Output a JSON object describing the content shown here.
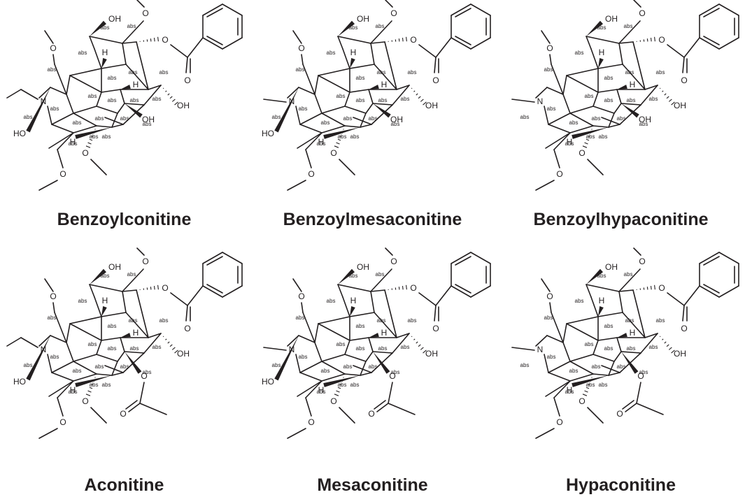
{
  "compounds": [
    {
      "name": "Benzoylconitine",
      "n_substituent": "ethyl",
      "c8_substituent": "OH"
    },
    {
      "name": "Benzoylmesaconitine",
      "n_substituent": "methyl",
      "c8_substituent": "OH"
    },
    {
      "name": "Benzoylhypaconitine",
      "n_substituent": "methyl",
      "c8_substituent": "OH",
      "c3_hydroxyl": false
    },
    {
      "name": "Aconitine",
      "n_substituent": "ethyl",
      "c8_substituent": "acetoxy"
    },
    {
      "name": "Mesaconitine",
      "n_substituent": "methyl",
      "c8_substituent": "acetoxy"
    },
    {
      "name": "Hypaconitine",
      "n_substituent": "methyl",
      "c8_substituent": "acetoxy",
      "c3_hydroxyl": false
    }
  ],
  "atom_labels": {
    "hydroxyl": "OH",
    "hydroxyl_left": "HO",
    "hydrogen": "H",
    "nitrogen": "N",
    "oxygen": "O",
    "stereo": "abs"
  }
}
